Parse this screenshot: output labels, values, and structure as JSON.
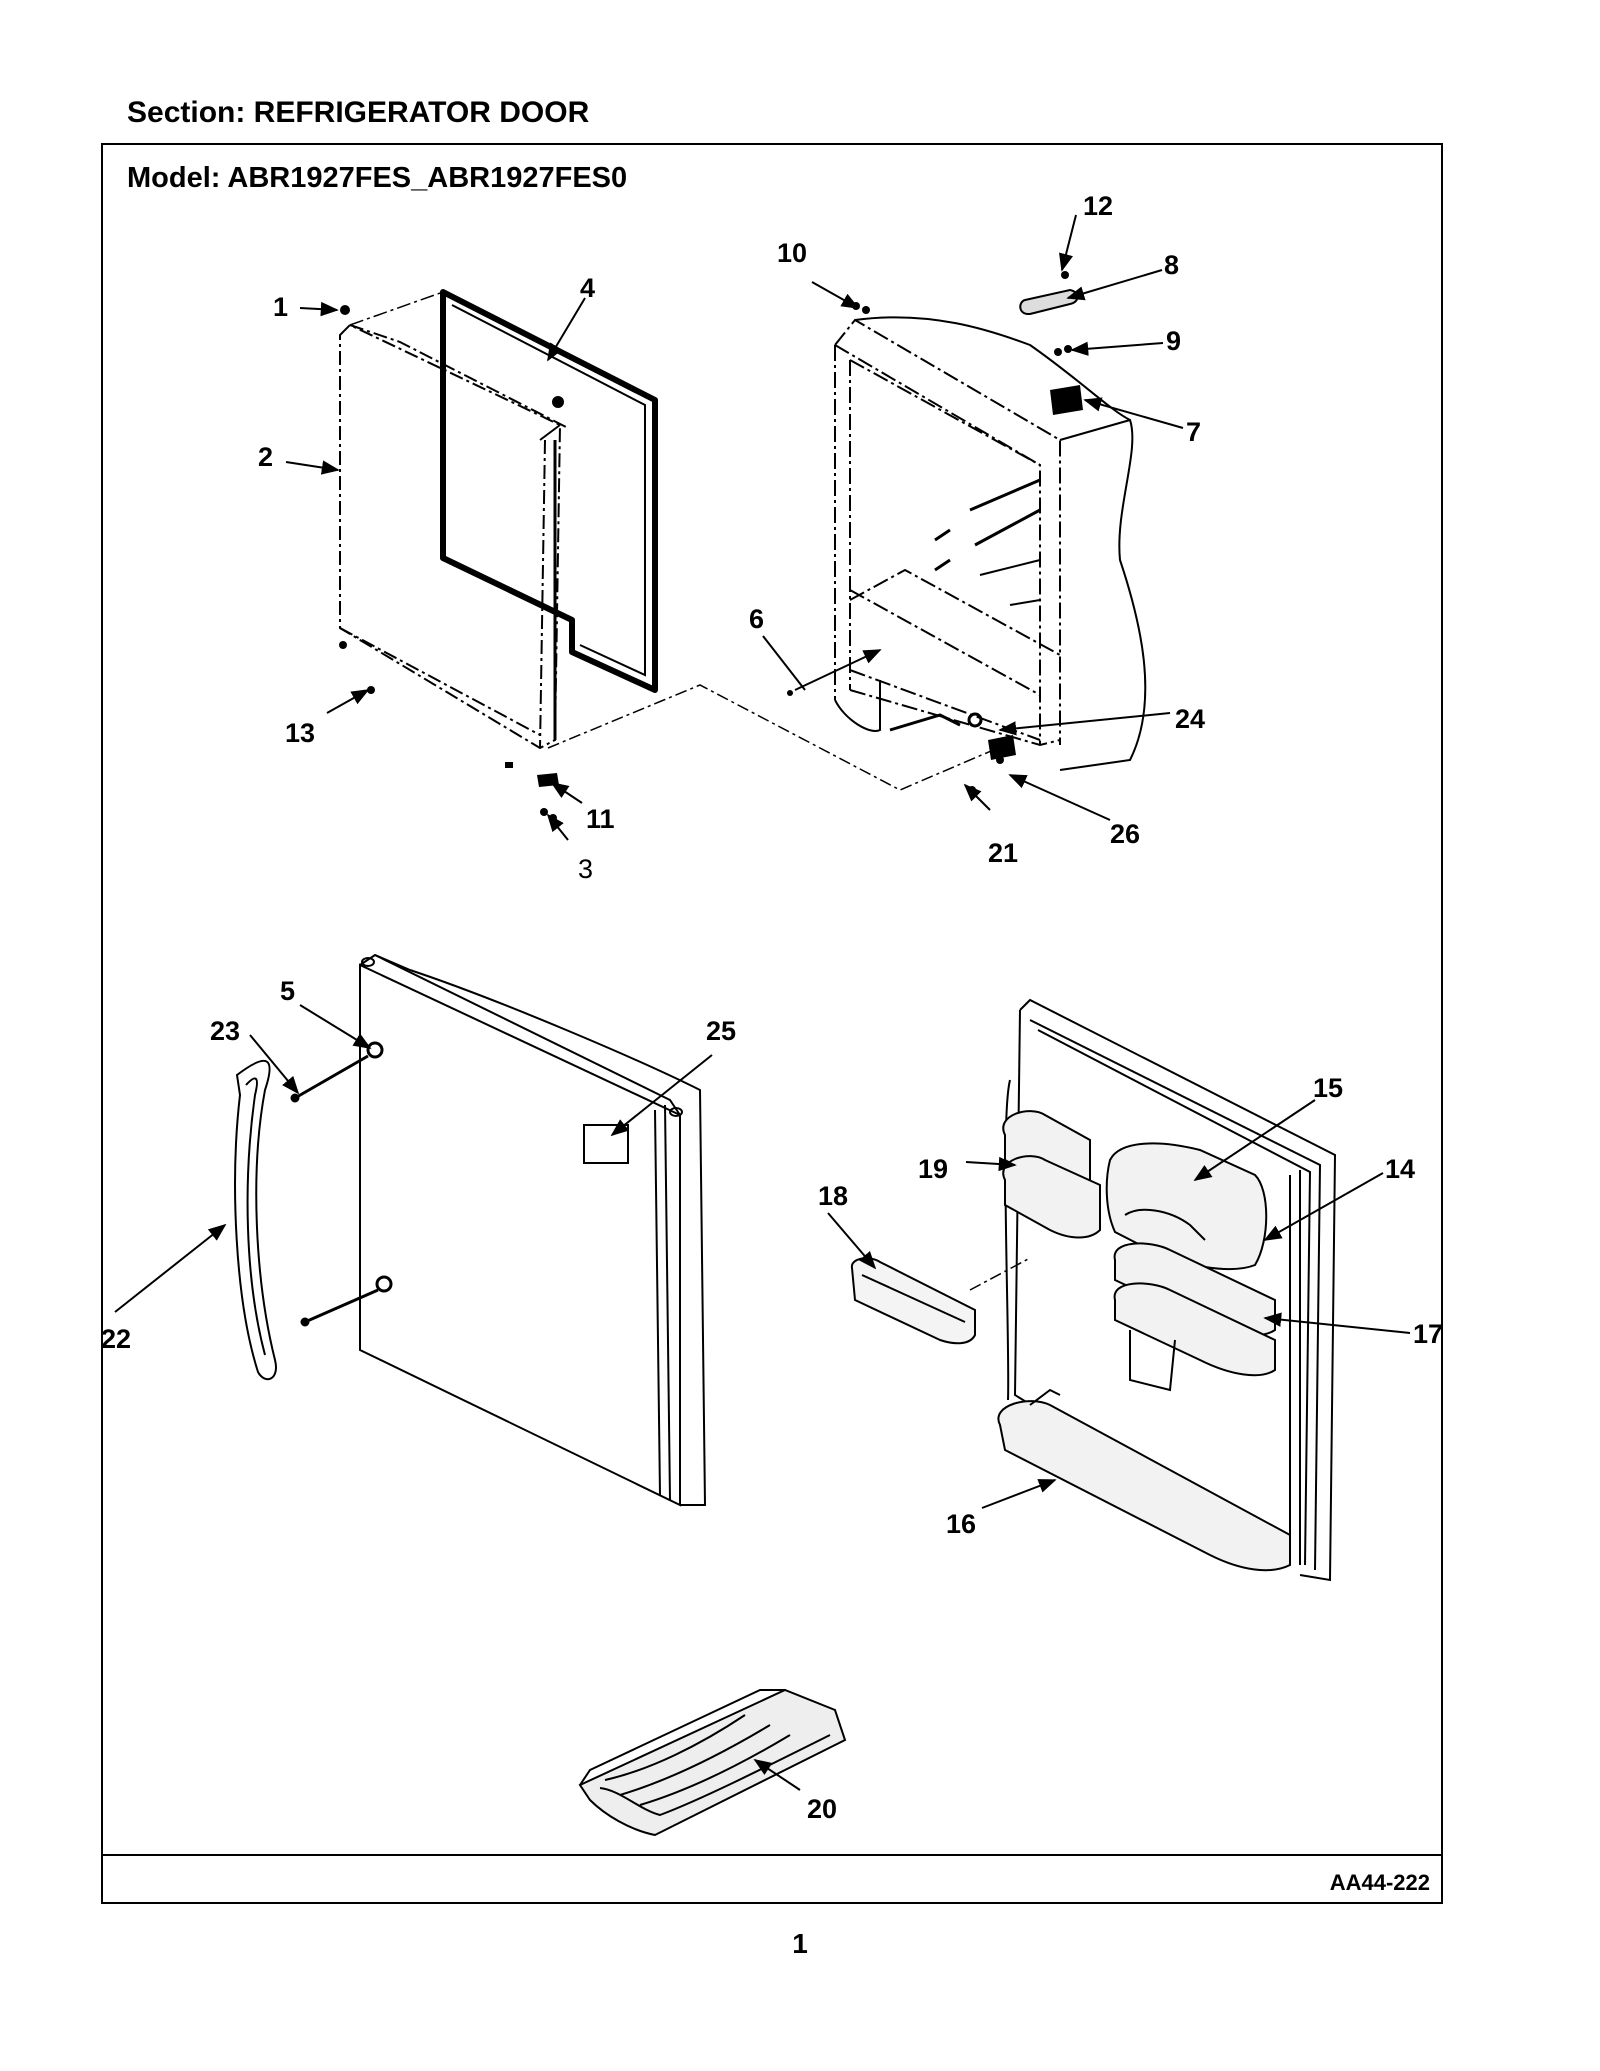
{
  "header": {
    "section": "Section:  REFRIGERATOR DOOR"
  },
  "frame": {
    "model": "Model:  ABR1927FES_ABR1927FES0",
    "drawing_code": "AA44-222"
  },
  "page": {
    "number": "1"
  },
  "callouts": {
    "c1": "1",
    "c2": "2",
    "c3": "3",
    "c4": "4",
    "c5": "5",
    "c6": "6",
    "c7": "7",
    "c8": "8",
    "c9": "9",
    "c10": "10",
    "c11": "11",
    "c12": "12",
    "c13": "13",
    "c14": "14",
    "c15": "15",
    "c16": "16",
    "c17": "17",
    "c18": "18",
    "c19": "19",
    "c20": "20",
    "c21": "21",
    "c22": "22",
    "c23": "23",
    "c24": "24",
    "c25": "25",
    "c26": "26"
  }
}
